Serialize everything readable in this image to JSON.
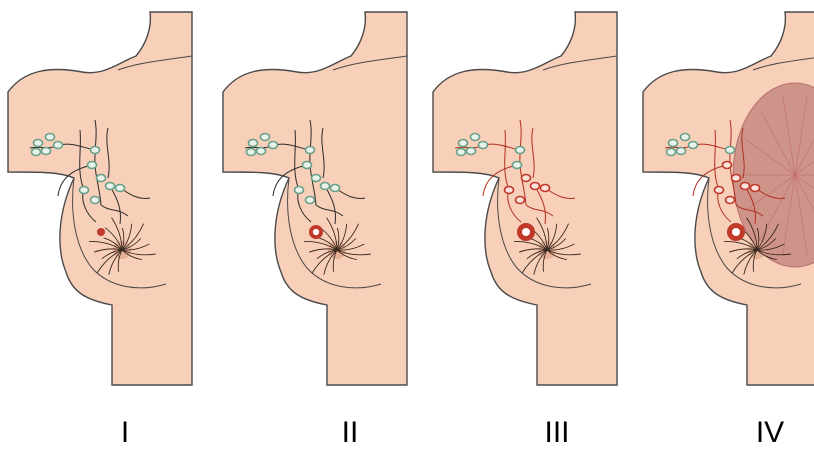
{
  "stages": [
    {
      "label": "I",
      "tumor": "small",
      "infected_nodes": 0,
      "metastasis": false
    },
    {
      "label": "II",
      "tumor": "medium",
      "infected_nodes": 0,
      "metastasis": false
    },
    {
      "label": "III",
      "tumor": "large",
      "infected_nodes": 5,
      "metastasis": false
    },
    {
      "label": "IV",
      "tumor": "large",
      "infected_nodes": 6,
      "metastasis": true
    }
  ],
  "colors": {
    "skin": "#f8cfb9",
    "outline": "#4a4a4a",
    "lymph_node": "#6aa08a",
    "lymph_node_fill": "#e9f3e9",
    "vessel": "#2b2b2b",
    "tumor": "#c0392b",
    "tumor_core": "#ffffff",
    "infected_vessel": "#b03020",
    "ducts": "#3a2a20",
    "areola": "#e3a98e",
    "metastasis": "#9b4a4f",
    "label": "#000000"
  }
}
